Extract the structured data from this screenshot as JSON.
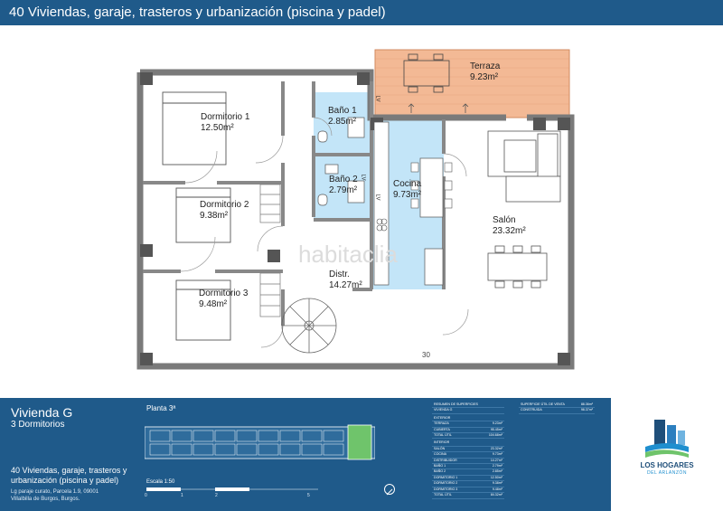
{
  "header": {
    "title": "40 Viviendas, garaje, trasteros y urbanización (piscina y padel)"
  },
  "plan": {
    "watermark": "habitaclia",
    "dimension_mark": "30",
    "rooms": [
      {
        "name": "Terraza",
        "area": "9.23m²"
      },
      {
        "name": "Dormitorio 1",
        "area": "12.50m²"
      },
      {
        "name": "Baño 1",
        "area": "2.85m²"
      },
      {
        "name": "Baño 2",
        "area": "2.79m²"
      },
      {
        "name": "Cocina",
        "area": "9.73m²"
      },
      {
        "name": "Dormitorio 2",
        "area": "9.38m²"
      },
      {
        "name": "Salón",
        "area": "23.32m²"
      },
      {
        "name": "Distr.",
        "area": "14.27m²"
      },
      {
        "name": "Dormitorio 3",
        "area": "9.48m²"
      }
    ],
    "fixture_labels": [
      "LV",
      "LV",
      "LV"
    ]
  },
  "footer": {
    "unit": "Vivienda G",
    "bedrooms": "3 Dormitorios",
    "project": "40 Viviendas, garaje, trasteros y urbanización (piscina y padel)",
    "address_line1": "Lg paraje curato, Parcela 1.9, 09001",
    "address_line2": "Villalbilla de Burgos, Burgos.",
    "floor": "Planta 3ª",
    "scale": "Escala 1:50",
    "scale_ticks": [
      "0",
      "1",
      "2",
      "5"
    ]
  },
  "surfaces": {
    "title": "RESUMEN DE SUPERFICIES",
    "unit": "VIVIENDA G",
    "exterior_heading": "EXTERIOR",
    "exterior": [
      {
        "label": "TERRAZA",
        "value": "9.23m²"
      },
      {
        "label": "CUBIERTA",
        "value": "95.45m²"
      },
      {
        "label": "TOTAL ÚTIL",
        "value": "104.68m²"
      }
    ],
    "interior_heading": "INTERIOR",
    "interior": [
      {
        "label": "SALÓN",
        "value": "23.32m²"
      },
      {
        "label": "COCINA",
        "value": "9.73m²"
      },
      {
        "label": "DISTRIBUIDOR",
        "value": "14.27m²"
      },
      {
        "label": "BAÑO 1",
        "value": "2.79m²"
      },
      {
        "label": "BAÑO 2",
        "value": "2.85m²"
      },
      {
        "label": "DORMITORIO 1",
        "value": "12.50m²"
      },
      {
        "label": "DORMITORIO 2",
        "value": "9.38m²"
      },
      {
        "label": "DORMITORIO 3",
        "value": "9.48m²"
      },
      {
        "label": "TOTAL ÚTIL",
        "value": "84.32m²"
      }
    ],
    "totals": [
      {
        "label": "SUPERFICIE ÚTIL DE VENTA",
        "value": "88.36m²"
      },
      {
        "label": "CONSTRUIDA",
        "value": "98.37m²"
      }
    ]
  },
  "brand": {
    "name": "LOS HOGARES",
    "subtitle": "DEL ARLANZÓN"
  },
  "colors": {
    "primary": "#1f5a8a",
    "terrace": "#f2b48e",
    "wet_area": "#bfe3f7",
    "wall": "#7a7a7a"
  }
}
